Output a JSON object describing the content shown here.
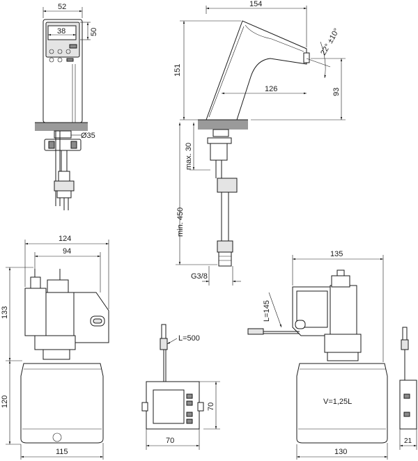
{
  "dimensions": {
    "front_width": "52",
    "panel_height": "50",
    "panel_width": "38",
    "mount_hole": "Ø35",
    "spout_length": "154",
    "spout_angle": "22° ±10°",
    "spout_height": "151",
    "spout_reach": "126",
    "outlet_height": "93",
    "max_deck": "max. 30",
    "min_hose": "min. 450",
    "connection": "G3/8",
    "valve_overall_width": "124",
    "valve_inner_width": "94",
    "valve_height": "133",
    "tank_height": "120",
    "tank_width": "115",
    "psu_cable": "L=500",
    "psu_height": "70",
    "psu_width": "70",
    "side_width": "135",
    "side_cable": "L=145",
    "tank_volume": "V=1,25L",
    "side_tank_width": "130",
    "slim_width": "21"
  }
}
